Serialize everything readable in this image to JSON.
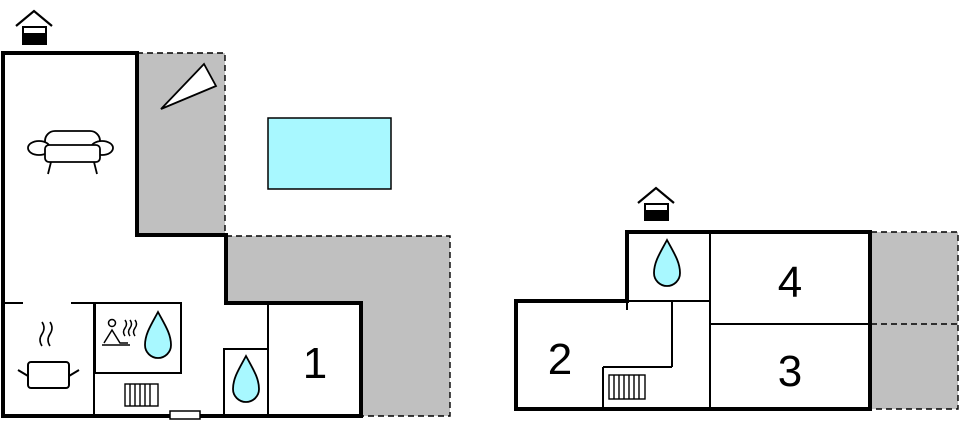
{
  "floors": [
    {
      "id": "ground-floor",
      "entrance_icon": "house-entrance-icon",
      "rooms": [
        {
          "number": "1",
          "icon": "bedroom"
        }
      ],
      "icons": [
        "sofa-icon",
        "kitchen-pot-icon",
        "sauna-icon",
        "water-drop-icon",
        "radiator-icon",
        "door-icon",
        "water-drop-icon"
      ],
      "terrace": true,
      "pool": true
    },
    {
      "id": "upper-floor",
      "entrance_icon": "house-entrance-icon",
      "rooms": [
        {
          "number": "2"
        },
        {
          "number": "4"
        },
        {
          "number": "3"
        }
      ],
      "icons": [
        "water-drop-icon",
        "radiator-icon"
      ],
      "terrace": true
    }
  ],
  "colors": {
    "wall": "#000000",
    "terrace": "#c0c0c0",
    "pool": "#a8f8ff",
    "water": "#a8f8ff",
    "background": "#ffffff"
  }
}
